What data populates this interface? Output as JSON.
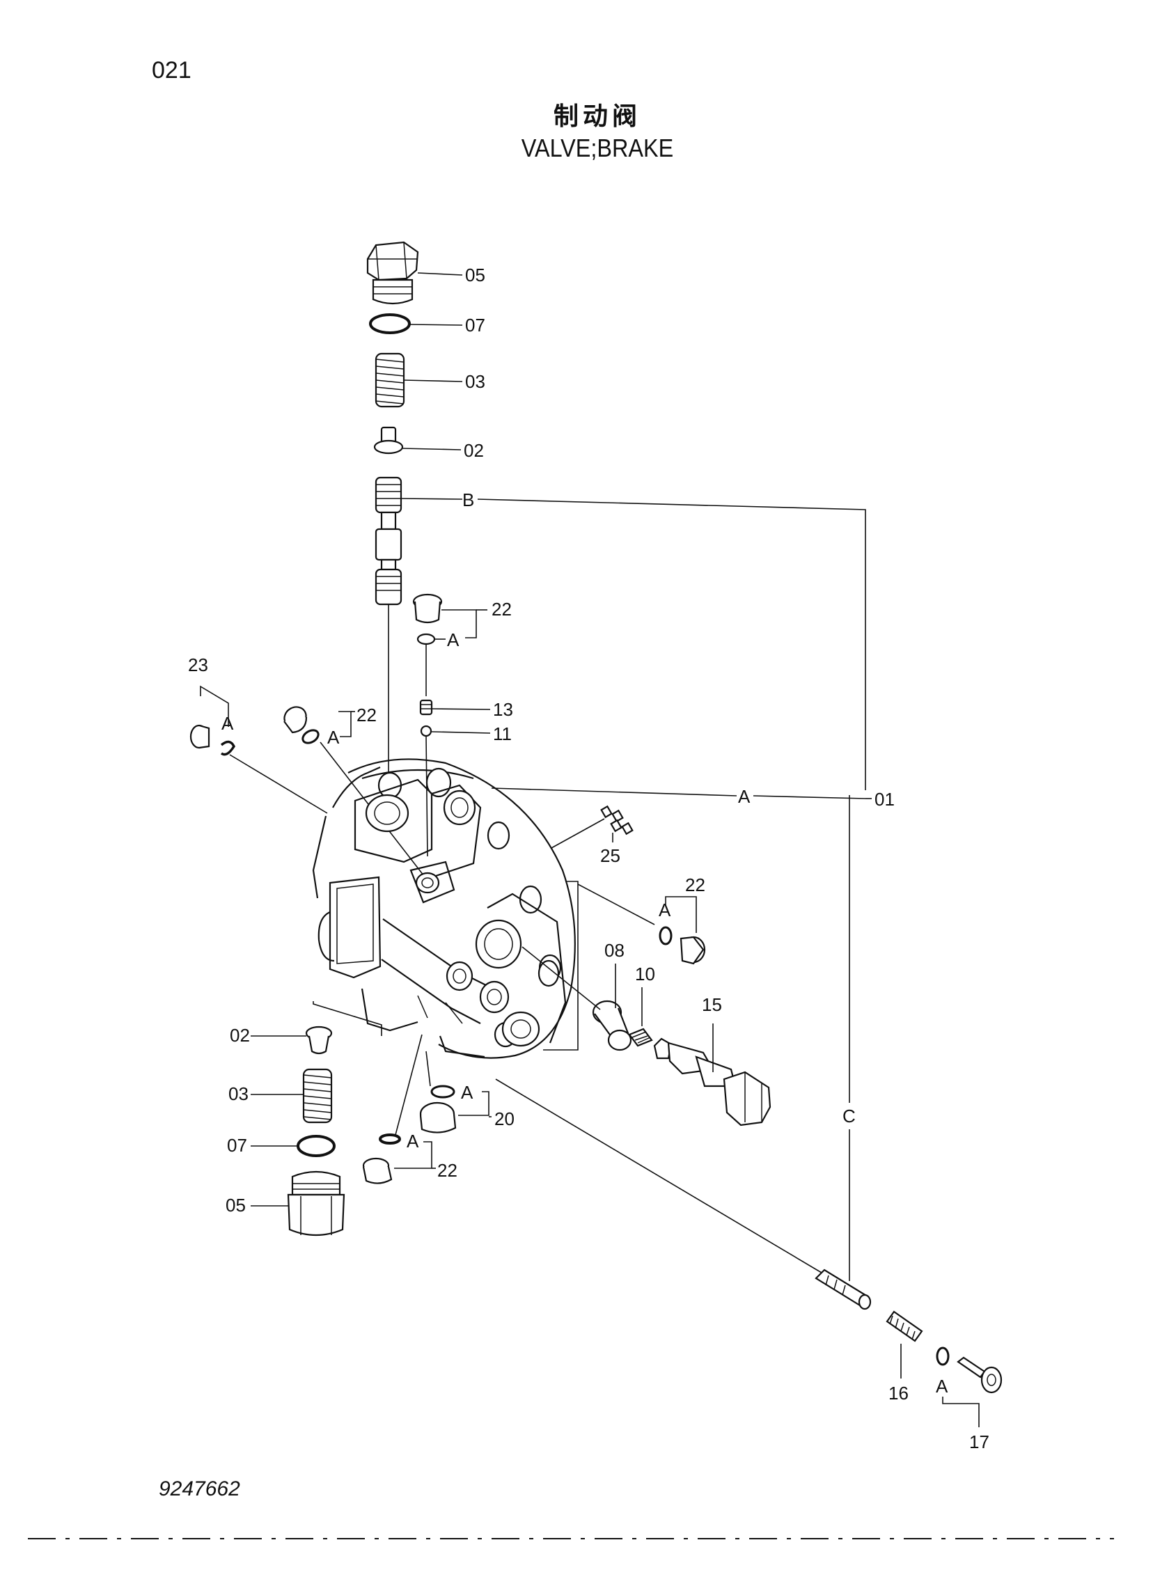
{
  "header": {
    "page_number": "021",
    "title_cn": "制动阀",
    "title_en": "VALVE;BRAKE"
  },
  "footer": {
    "drawing_number": "9247662"
  },
  "callouts": {
    "c05_top": "05",
    "c07_top": "07",
    "c03_top": "03",
    "c02_top": "02",
    "cB": "B",
    "c22_a": "22",
    "cA_22a": "A",
    "c13": "13",
    "c11": "11",
    "c23": "23",
    "cA_23": "A",
    "c22_b": "22",
    "cA_22b": "A",
    "cA_01": "A",
    "c01": "01",
    "c25": "25",
    "c22_c": "22",
    "cA_22c": "A",
    "c08": "08",
    "c10": "10",
    "c15": "15",
    "c02_bot": "02",
    "c03_bot": "03",
    "c07_bot": "07",
    "c05_bot": "05",
    "cA_20": "A",
    "c20": "20",
    "cA_22d": "A",
    "c22_d": "22",
    "cC": "C",
    "c16": "16",
    "cA_17": "A",
    "c17": "17"
  }
}
